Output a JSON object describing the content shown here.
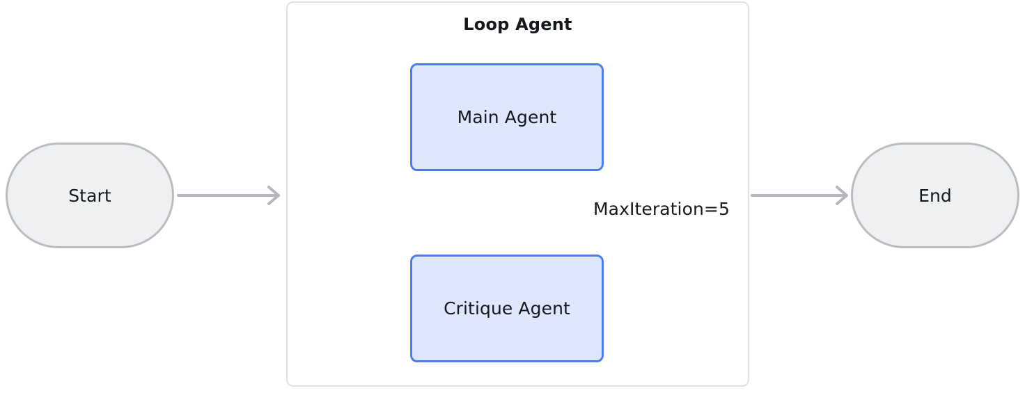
{
  "diagram": {
    "title": "Loop Agent",
    "type": "flowchart",
    "nodes": {
      "start": {
        "label": "Start",
        "shape": "stadium"
      },
      "end": {
        "label": "End",
        "shape": "stadium"
      },
      "main_agent": {
        "label": "Main Agent",
        "shape": "rounded-rect"
      },
      "critique_agent": {
        "label": "Critique Agent",
        "shape": "rounded-rect"
      }
    },
    "container": {
      "label": "Loop Agent"
    },
    "edges": {
      "start_to_loop": {
        "label": ""
      },
      "main_to_critique": {
        "label": ""
      },
      "critique_to_main": {
        "label": "MaxIteration=5"
      },
      "loop_to_end": {
        "label": ""
      }
    },
    "colors": {
      "agent_fill": "#dfe7fd",
      "agent_border": "#4c7df0",
      "terminal_fill": "#eef0f2",
      "terminal_border": "#b9bdc2",
      "container_border": "#dfe1e4",
      "edge_stroke": "#b4b8bd",
      "text": "#15181d",
      "background": "#ffffff"
    }
  }
}
